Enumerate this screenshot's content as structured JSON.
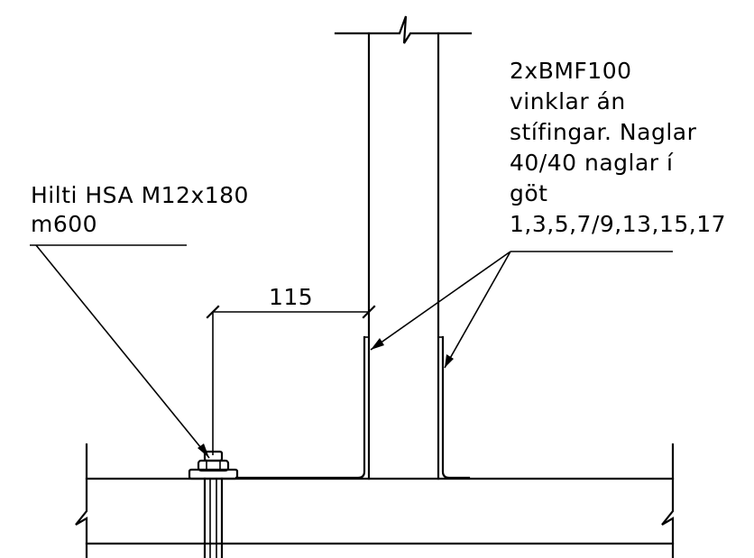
{
  "bolt_label": {
    "lines": [
      "Hilti HSA M12x180",
      "m600"
    ]
  },
  "bracket_label": {
    "lines": [
      "2xBMF100",
      "vinklar án",
      "stífingar. Naglar",
      "40/40 naglar í",
      "göt",
      "1,3,5,7/9,13,15,17"
    ]
  },
  "dimension": {
    "value": "115"
  }
}
